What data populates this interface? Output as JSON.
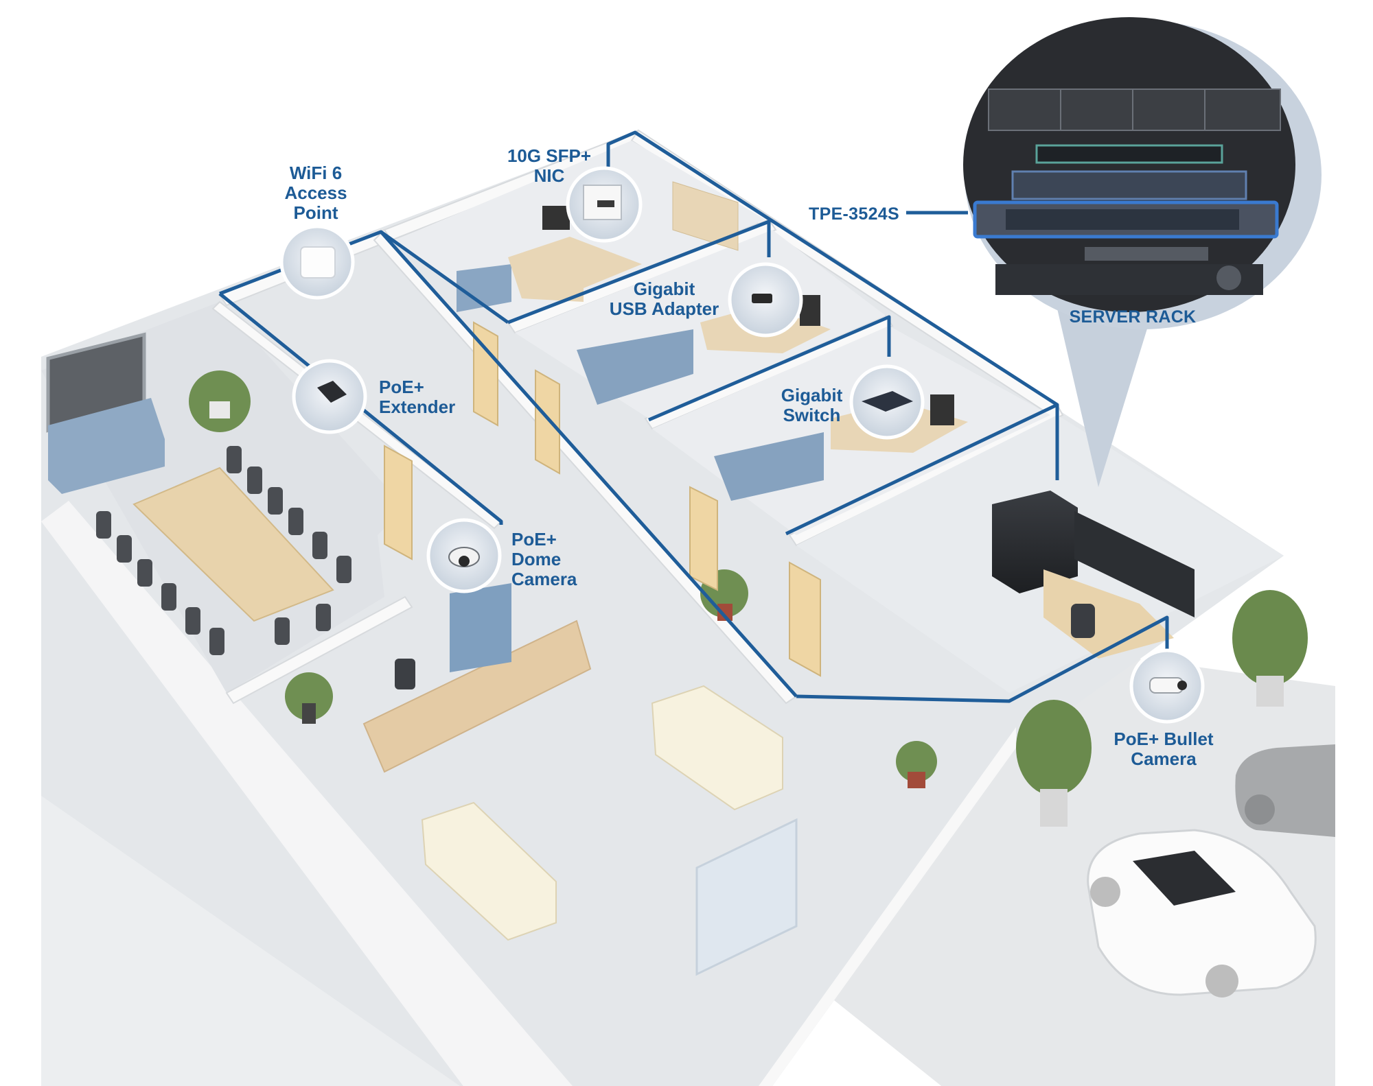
{
  "labels": {
    "wifi_ap": "WiFi 6\nAccess\nPoint",
    "sfp_nic": "10G SFP+\nNIC",
    "usb_adapter": "Gigabit\nUSB Adapter",
    "poe_extender": "PoE+\nExtender",
    "gigabit_switch": "Gigabit\nSwitch",
    "dome_camera": "PoE+\nDome\nCamera",
    "bullet_camera": "PoE+ Bullet\nCamera",
    "rack_switch": "TPE-3524S",
    "server_rack": "SERVER RACK"
  },
  "colors": {
    "network_line": "#1f5d99",
    "label_text": "#1d5b96",
    "callout_fill": "#c9d3de",
    "floor": "#e9ecef",
    "wall_top": "#f7f7f7",
    "furniture_blue": "#7f9fbf",
    "wood": "#e6cfa6"
  },
  "icons": [
    "access-point-icon",
    "nic-card-icon",
    "usb-adapter-icon",
    "poe-extender-icon",
    "network-switch-icon",
    "dome-camera-icon",
    "bullet-camera-icon",
    "server-rack-icon",
    "car-icon",
    "plant-icon"
  ]
}
